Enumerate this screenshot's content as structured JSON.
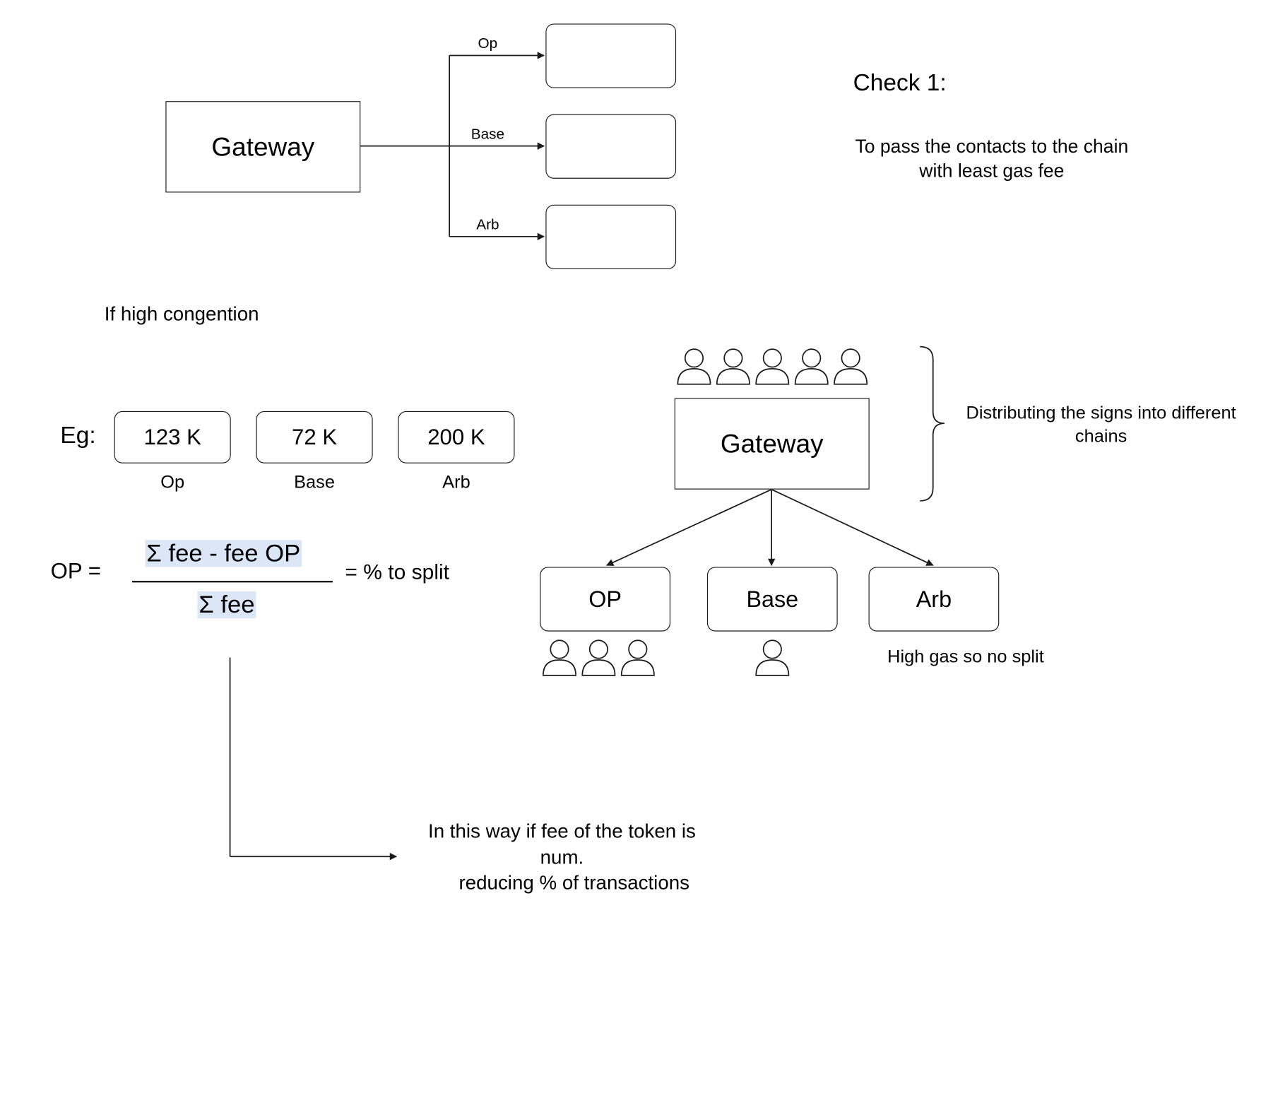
{
  "top_flow": {
    "gateway_label": "Gateway",
    "branches": [
      {
        "label": "Op"
      },
      {
        "label": "Base"
      },
      {
        "label": "Arb"
      }
    ]
  },
  "check": {
    "title": "Check 1:",
    "line1": "To pass the contacts to the chain",
    "line2": "with least gas fee"
  },
  "congestion_note": "If high congention",
  "example": {
    "prefix": "Eg:",
    "fees": [
      {
        "value": "123 K",
        "chain": "Op"
      },
      {
        "value": "72 K",
        "chain": "Base"
      },
      {
        "value": "200 K",
        "chain": "Arb"
      }
    ]
  },
  "formula": {
    "lhs": "OP =",
    "numerator": "Σ fee - fee OP",
    "denominator": "Σ fee",
    "rhs": "= % to split"
  },
  "distribution": {
    "gateway_label": "Gateway",
    "brace_note_line1": "Distributing the signs into different",
    "brace_note_line2": "chains",
    "chains": [
      {
        "label": "OP"
      },
      {
        "label": "Base"
      },
      {
        "label": "Arb"
      }
    ],
    "arb_note": "High gas so no split"
  },
  "conclusion": {
    "line1": "In this way if fee of the token is",
    "line2": "num.",
    "line3": "reducing % of transactions"
  }
}
